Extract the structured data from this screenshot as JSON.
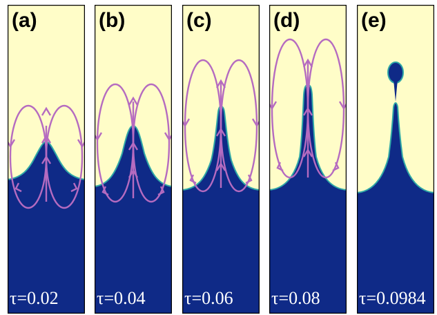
{
  "colors": {
    "air": "#fffdc8",
    "liquid": "#0f2a87",
    "interface": "#2fa7a6",
    "flow_arrows": "#b56bc0",
    "frame": "#000000"
  },
  "panels": [
    {
      "letter": "(a)",
      "time": "τ=0.02",
      "vortex_arrows": true
    },
    {
      "letter": "(b)",
      "time": "τ=0.04",
      "vortex_arrows": true
    },
    {
      "letter": "(c)",
      "time": "τ=0.06",
      "vortex_arrows": true
    },
    {
      "letter": "(d)",
      "time": "τ=0.08",
      "vortex_arrows": true
    },
    {
      "letter": "(e)",
      "time": "τ=0.0984",
      "vortex_arrows": false
    }
  ]
}
